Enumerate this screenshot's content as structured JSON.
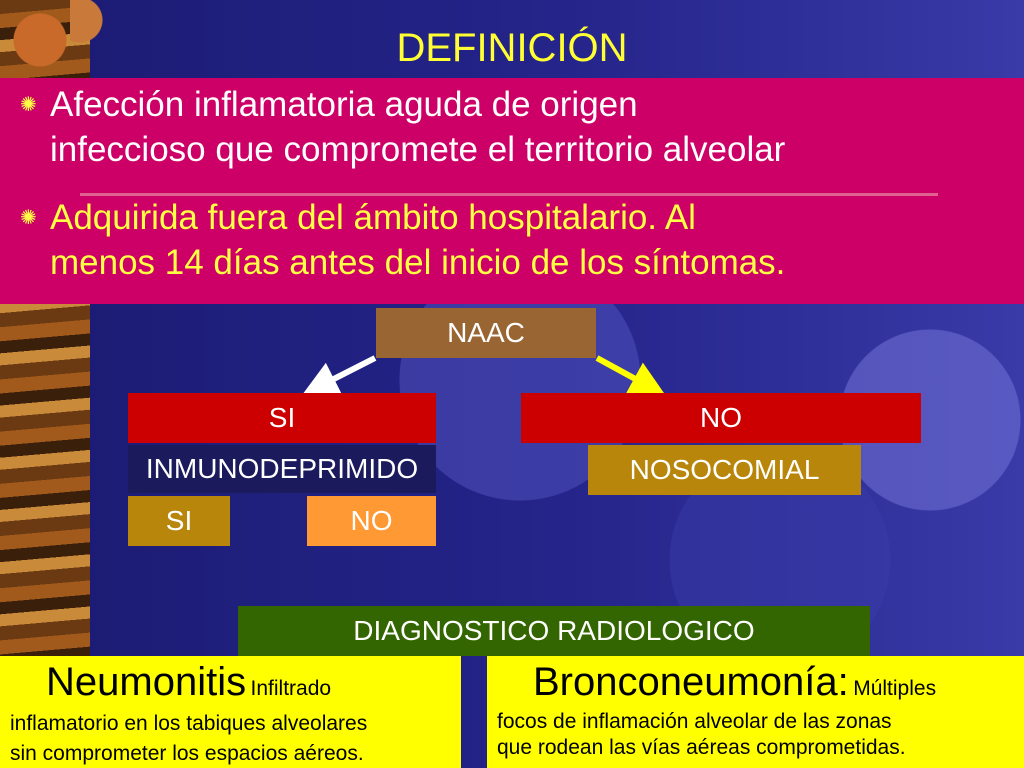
{
  "title": "DEFINICIÓN",
  "bullets": [
    {
      "line1": "Afección inflamatoria aguda de origen",
      "line2": "infeccioso que compromete el territorio alveolar"
    },
    {
      "line1": "Adquirida fuera del ámbito hospitalario. Al",
      "line2": "menos 14 días antes del inicio de los síntomas."
    }
  ],
  "diagram": {
    "root": "NAAC",
    "left_branch": "SI",
    "right_branch": "NO",
    "left_question": "INMUNODEPRIMIDO",
    "right_result": "NOSOCOMIAL",
    "left_yes": "SI",
    "left_no": "NO",
    "diagnostic": "DIAGNOSTICO RADIOLOGICO"
  },
  "definitions": {
    "left": {
      "term": "Neumonitis",
      "lead": "Infiltrado",
      "line2": "inflamatorio en los tabiques alveolares",
      "line3": "sin comprometer los espacios aéreos."
    },
    "right": {
      "term": "Bronconeumonía:",
      "lead": "Múltiples",
      "line2": "focos de inflamación alveolar de las zonas",
      "line3": "que rodean las vías aéreas comprometidas."
    }
  },
  "colors": {
    "title": "#ffff33",
    "banner": "#cc0066",
    "red_box": "#cc0000",
    "brown_box": "#996633",
    "gold_box": "#b8860b",
    "orange_box": "#ff9933",
    "green_box": "#336600",
    "yellow_panel": "#ffff00"
  },
  "icons": {
    "bullet": "sunburst-bullet-icon"
  }
}
